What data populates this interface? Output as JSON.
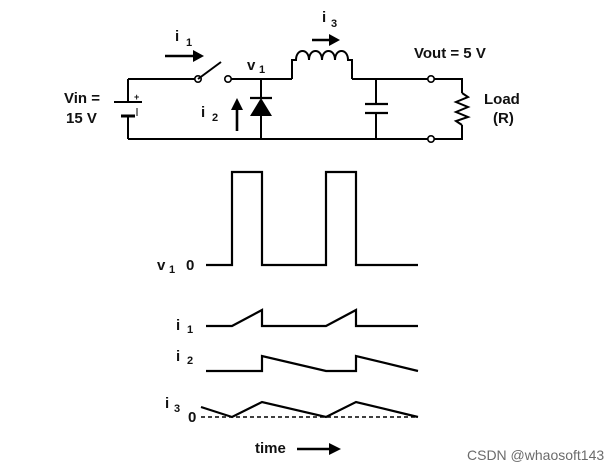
{
  "circuit": {
    "vin_label_line1": "Vin =",
    "vin_label_line2": "15 V",
    "i1_label": "i",
    "i1_sub": "1",
    "i2_label": "i",
    "i2_sub": "2",
    "i3_label": "i",
    "i3_sub": "3",
    "v1_label": "v",
    "v1_sub": "1",
    "vout_label": "Vout  = 5 V",
    "load_line1": "Load",
    "load_line2": "(R)",
    "battery_plus": "+"
  },
  "waveforms": {
    "v1_label": "v",
    "v1_sub": "1",
    "v1_zero": "0",
    "i1_label": "i",
    "i1_sub": "1",
    "i2_label": "i",
    "i2_sub": "2",
    "i3_label": "i",
    "i3_sub": "3",
    "i3_zero": "0",
    "time_label": "time"
  },
  "watermark": "CSDN @whaosoft143"
}
